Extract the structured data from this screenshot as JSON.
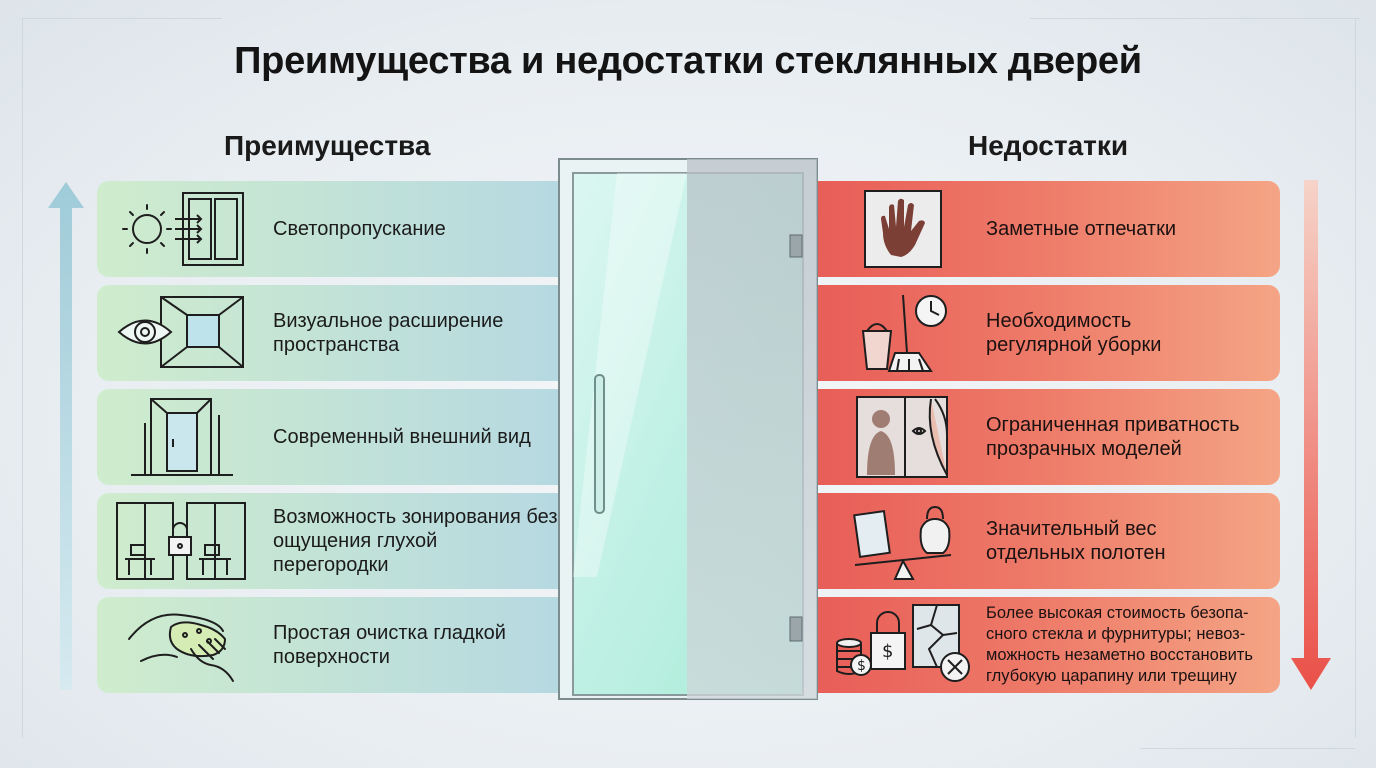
{
  "title": "Преимущества и недостатки стеклянных дверей",
  "advantages": {
    "heading": "Преимущества",
    "items": [
      {
        "text": "Светопропускание",
        "icon": "sun-window-icon"
      },
      {
        "text": "Визуальное расширение пространства",
        "icon": "eye-room-icon"
      },
      {
        "text": "Современный внешний вид",
        "icon": "modern-door-icon"
      },
      {
        "text": "Возможность зонирования без ощущения глухой перегородки",
        "icon": "zoning-partition-icon"
      },
      {
        "text": "Простая очистка гладкой поверхности",
        "icon": "hand-wiping-icon"
      }
    ],
    "arrow_color": "#a9d0dc"
  },
  "disadvantages": {
    "heading": "Недостатки",
    "items": [
      {
        "text": "Заметные отпечатки",
        "icon": "handprint-icon"
      },
      {
        "text": "Необходимость регулярной уборки",
        "icon": "cleaning-clock-icon"
      },
      {
        "text": "Ограниченная приватность прозрачных моделей",
        "icon": "silhouette-curtain-icon"
      },
      {
        "text": "Значительный вес отдельных полотен",
        "icon": "weight-scale-icon"
      },
      {
        "text": "Более высокая стоимость безопа-сного стекла и фурнитуры; невоз-можность незаметно восстановить глубокую царапину или трещину",
        "icon": "cost-lock-crack-icon"
      }
    ],
    "arrow_color": "#ec5a52"
  },
  "colors": {
    "advantage_card": "#c3e3d6",
    "disadvantage_card": "#ee7b69",
    "door_glass": "#bfeee6",
    "icon_stroke": "#1e1e1e"
  }
}
